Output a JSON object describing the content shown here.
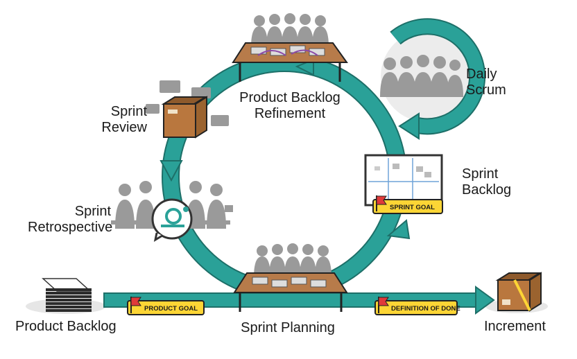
{
  "colors": {
    "accent": "#2aa198",
    "accent_dark": "#1d6f68",
    "silhouette": "#9a9a9a",
    "wood": "#b77b4a",
    "box": "#b9773e",
    "goal_tag": "#fcd535",
    "flag": "#e03a3a"
  },
  "events": {
    "refinement": [
      "Product Backlog",
      "Refinement"
    ],
    "daily_scrum": [
      "Daily",
      "Scrum"
    ],
    "sprint_review": [
      "Sprint",
      "Review"
    ],
    "sprint_backlog": [
      "Sprint",
      "Backlog"
    ],
    "sprint_retrospective": [
      "Sprint",
      "Retrospective"
    ],
    "sprint_planning": "Sprint Planning"
  },
  "artifacts": {
    "product_backlog": "Product Backlog",
    "increment": "Increment"
  },
  "commitments": {
    "product_goal": "PRODUCT GOAL",
    "sprint_goal": "SPRINT GOAL",
    "definition_of_done": "DEFINITION OF DONE"
  },
  "icons": [
    "people-silhouette-icon",
    "table-icon",
    "box-icon",
    "speech-bubble-icon",
    "whiteboard-icon",
    "paper-stack-icon",
    "flag-icon",
    "retrospective-loop-icon"
  ]
}
